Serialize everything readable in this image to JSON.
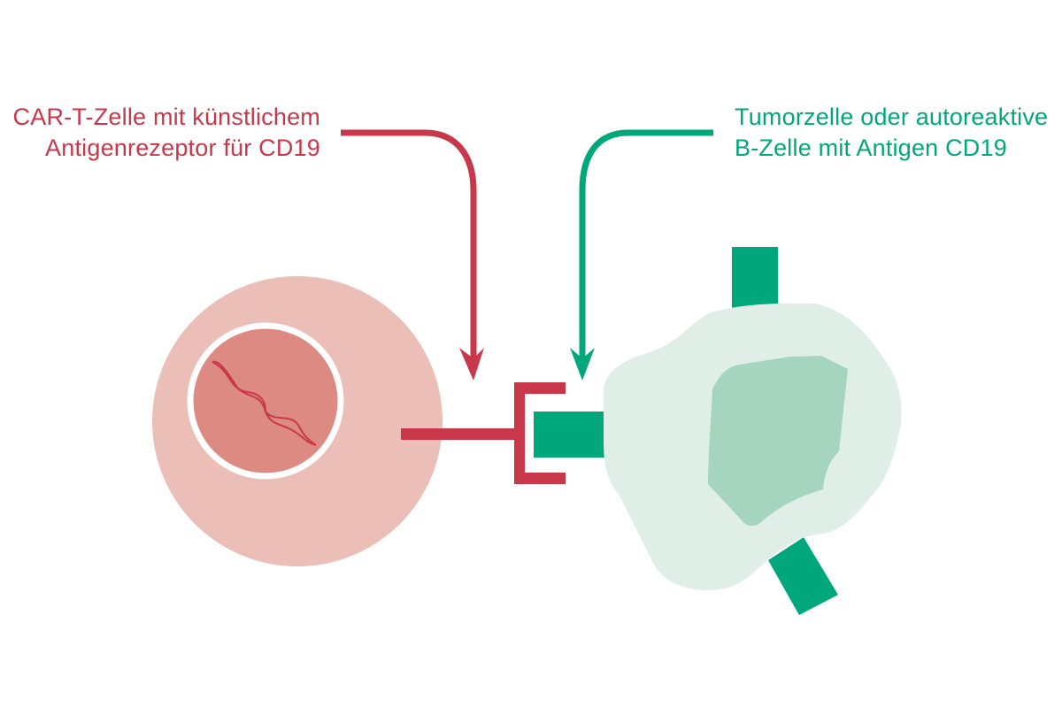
{
  "labels": {
    "car_t_cell": {
      "line1": "CAR-T-Zelle mit künstlichem",
      "line2": "Antigenrezeptor für CD19"
    },
    "target_cell": {
      "line1": "Tumorzelle oder autoreaktive",
      "line2": "B-Zelle mit Antigen CD19"
    }
  },
  "colors": {
    "car_t_red": "#c8374a",
    "car_t_cytoplasm": "#ebbfb8",
    "car_t_nucleus": "#dd8a82",
    "antigen_green": "#00a77a",
    "target_cytoplasm": "#dfeee7",
    "target_nucleus": "#a5d5bf"
  }
}
